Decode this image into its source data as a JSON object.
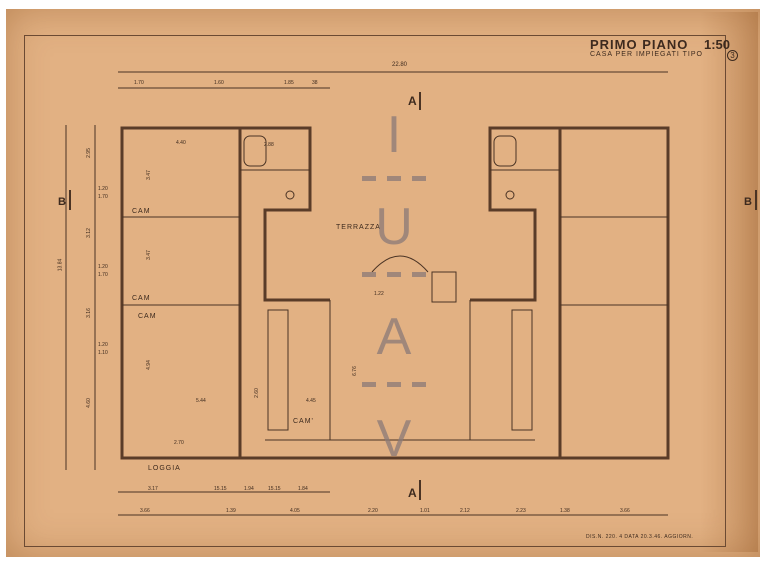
{
  "title": {
    "main": "PRIMO PIANO",
    "scale": "1:50",
    "subtitle": "CASA PER IMPIEGATI TIPO",
    "number": "3"
  },
  "section_marks": {
    "a_top": "A",
    "a_bottom": "A",
    "b_left": "B",
    "b_right": "B"
  },
  "overall_width": "22.80",
  "top_dims": [
    "1.70",
    "1.60",
    "1.85",
    "38"
  ],
  "bottom_dims": [
    "3.66",
    "1.39",
    "4.05",
    "2.20",
    "1.01",
    "2.12",
    "2.23",
    "1.38",
    "3.66"
  ],
  "bottom_sub_dims": [
    "3.17",
    "15.15",
    "1.94",
    "15.15",
    "1.84"
  ],
  "left_total": "13.84",
  "left_dims": [
    "2.95",
    "1.20",
    "1.70",
    "3.12",
    "1.20",
    "1.70",
    "3.16",
    "1.20",
    "1.10",
    "4.60"
  ],
  "rooms": {
    "cam1": "CAM",
    "cam2": "CAM",
    "cam3": "CAM",
    "cam4": "CAM'",
    "terrazza": "TERRAZZA",
    "loggia": "LOGGIA"
  },
  "room_dims": [
    "4.40",
    "3.47",
    "3.47",
    "4.94",
    "5.44",
    "4.45",
    "2.70",
    "6.76",
    "2.88",
    "2.60",
    "1.22"
  ],
  "watermark": [
    "I",
    "U",
    "A",
    "V"
  ],
  "stamp": "DIS.N. 220. 4  DATA 20.3.46. AGGIORN."
}
